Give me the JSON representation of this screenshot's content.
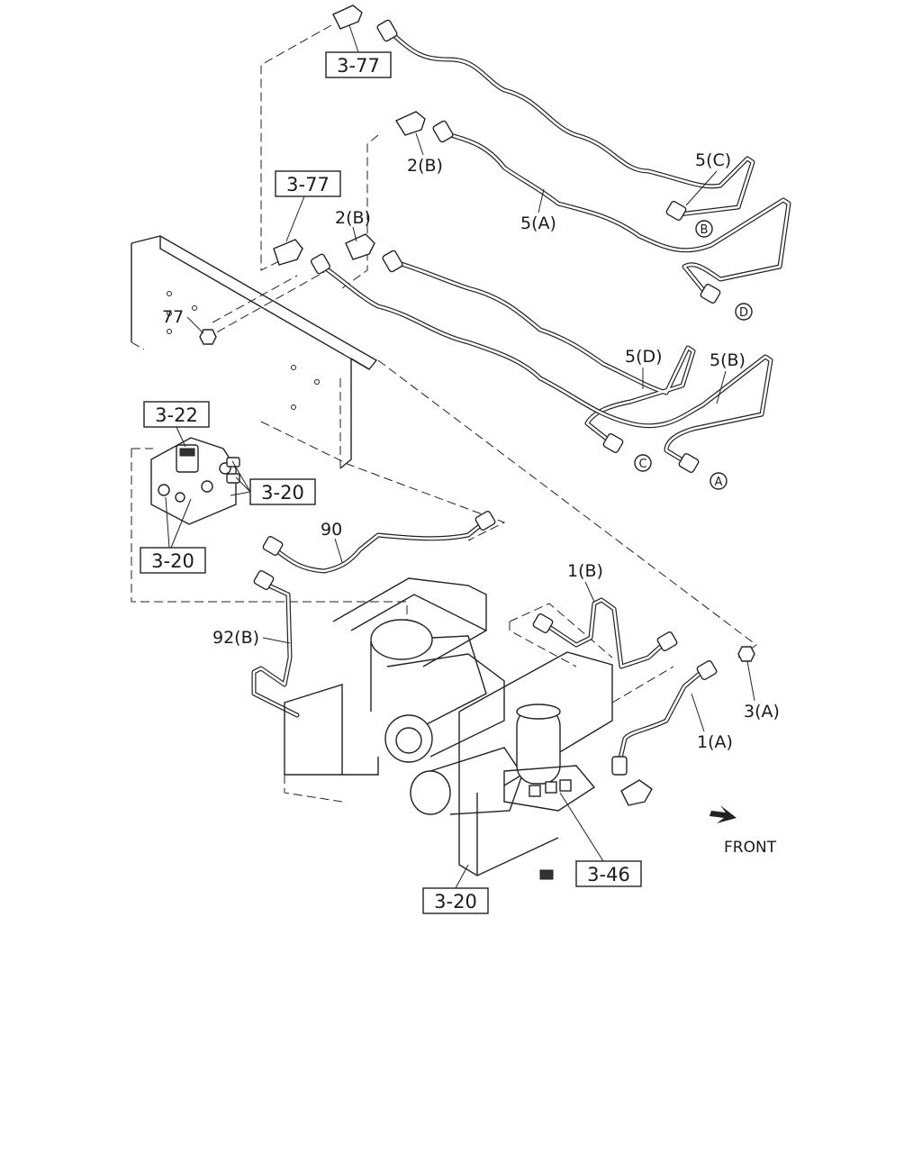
{
  "labels": {
    "ref_3_77_top": "3-77",
    "ref_3_77_mid": "3-77",
    "ref_3_22": "3-22",
    "ref_3_20_right": "3-20",
    "ref_3_20_left": "3-20",
    "ref_3_20_bottom": "3-20",
    "ref_3_46": "3-46",
    "part_2b_upper": "2(B)",
    "part_2b_lower": "2(B)",
    "part_5c": "5(C)",
    "part_5a": "5(A)",
    "part_5d": "5(D)",
    "part_5b": "5(B)",
    "part_77": "77",
    "part_90": "90",
    "part_1b": "1(B)",
    "part_92b": "92(B)",
    "part_3a": "3(A)",
    "part_1a": "1(A)",
    "front": "FRONT"
  },
  "circle_markers": {
    "b": "B",
    "d": "D",
    "c": "C",
    "a": "A"
  },
  "icons": [
    "front-arrow-icon"
  ]
}
